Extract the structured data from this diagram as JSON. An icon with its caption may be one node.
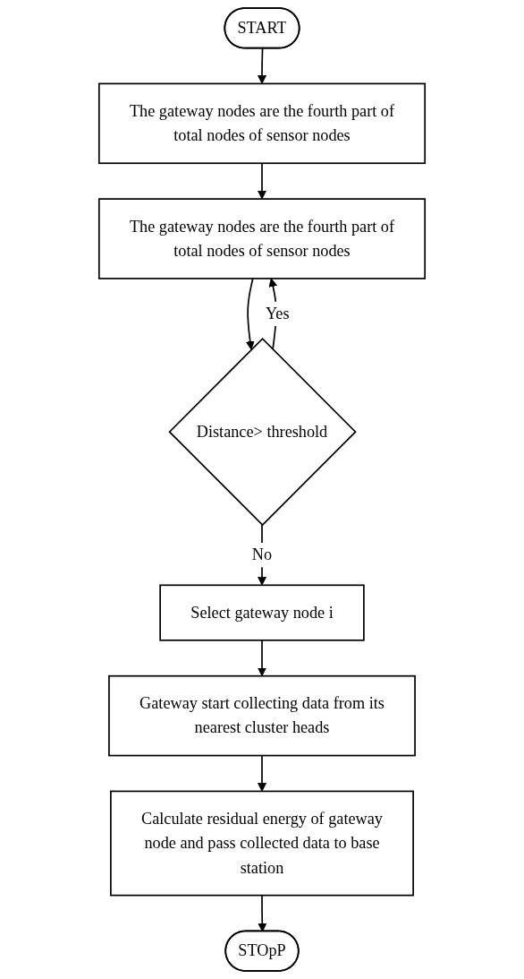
{
  "diagram": {
    "nodes": [
      {
        "text": [
          "START"
        ]
      },
      {
        "text": [
          "The gateway nodes are the fourth part of total nodes of sensor nodes"
        ]
      },
      {
        "text": [
          "The gateway nodes are the fourth part of total nodes of sensor nodes"
        ]
      },
      {
        "text": [
          "Distance> threshold"
        ]
      },
      {
        "text": [
          "Select gateway node i"
        ]
      },
      {
        "text": [
          "Gateway start collecting data from its nearest cluster heads"
        ]
      },
      {
        "text": [
          "Calculate residual energy of gateway node and pass collected data to base station"
        ]
      },
      {
        "text": [
          "STOpP"
        ]
      }
    ],
    "edges": [
      {
        "from": 0,
        "to": 1,
        "arrow": "to"
      },
      {
        "from": 1,
        "to": 2,
        "arrow": "to"
      },
      {
        "from": 2,
        "to": 3,
        "arrow": "to"
      },
      {
        "from": 3,
        "to": 2,
        "arrow": "to",
        "label": "Yes"
      },
      {
        "from": 3,
        "to": 4,
        "arrow": "to",
        "label": "No"
      },
      {
        "from": 4,
        "to": 5,
        "arrow": "to"
      },
      {
        "from": 5,
        "to": 6,
        "arrow": "to"
      },
      {
        "from": 6,
        "to": 7,
        "arrow": "to"
      }
    ]
  }
}
